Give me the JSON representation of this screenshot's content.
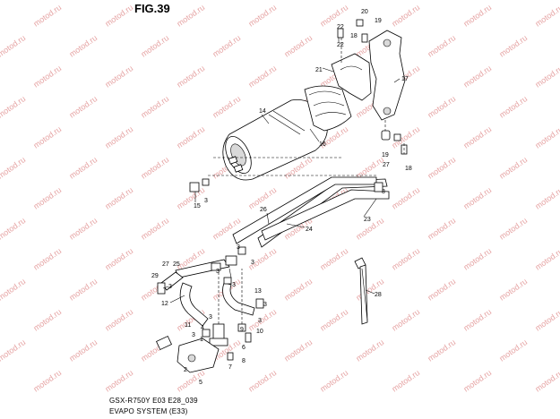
{
  "figure": {
    "title": "FIG.39",
    "model_line": "GSX-R750Y E03 E28_039",
    "system_line": "EVAPO SYSTEM (E33)"
  },
  "watermark": {
    "text": "motod.ru"
  },
  "labels": {
    "p1": "1",
    "p2": "2",
    "p3": "3",
    "p4": "4",
    "p5": "5",
    "p6": "6",
    "p7": "7",
    "p8": "8",
    "p9": "9",
    "p10": "10",
    "p11": "11",
    "p12": "12",
    "p13": "13",
    "p14": "14",
    "p15": "15",
    "p16": "16",
    "p17": "17",
    "p18": "18",
    "p19": "19",
    "p20": "20",
    "p21": "21",
    "p22": "22",
    "p23": "23",
    "p24": "24",
    "p25": "25",
    "p26": "26",
    "p27": "27",
    "p28": "28",
    "p29": "29"
  }
}
